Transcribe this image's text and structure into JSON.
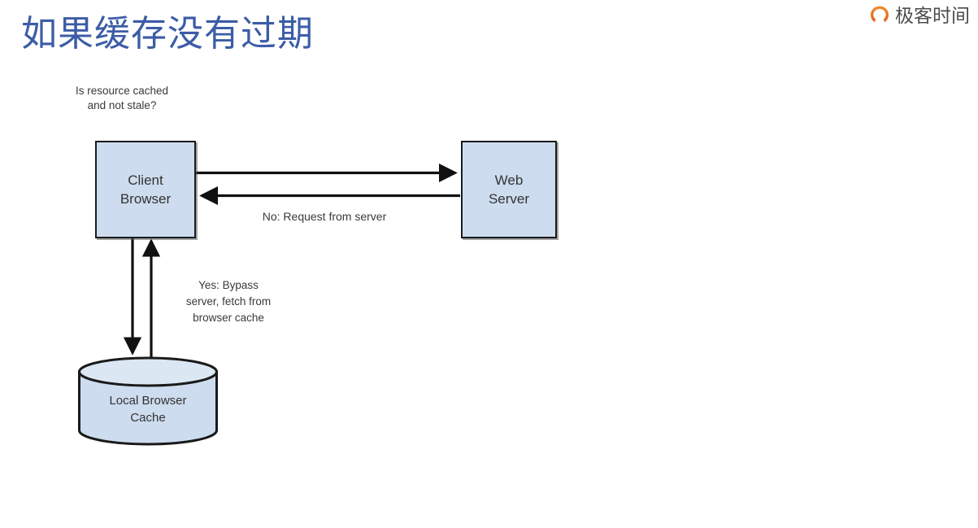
{
  "brand": {
    "name": "极客时间",
    "logo_icon": "geektime-logo-icon",
    "logo_color": "#e8731e",
    "text_color": "#4d4d4d"
  },
  "slide": {
    "title": "如果缓存没有过期",
    "title_color": "#3c5ca6"
  },
  "diagram": {
    "type": "flowchart",
    "node_fill": "#cddcee",
    "node_stroke": "#1a1a1a",
    "text_color": "#333333",
    "nodes": [
      {
        "id": "client",
        "shape": "rectangle",
        "label": "Client\nBrowser"
      },
      {
        "id": "server",
        "shape": "rectangle",
        "label": "Web\nServer"
      },
      {
        "id": "cache",
        "shape": "cylinder",
        "label": "Local Browser\nCache"
      }
    ],
    "labels": {
      "question": "Is resource cached\nand not stale?",
      "no_branch": "No: Request from server",
      "yes_branch": "Yes: Bypass\nserver, fetch from\nbrowser cache"
    },
    "edges": [
      {
        "id": "client-to-server",
        "from": "client",
        "to": "server",
        "direction": "right",
        "label": "No: Request from server"
      },
      {
        "id": "server-to-client",
        "from": "server",
        "to": "client",
        "direction": "left",
        "label": "No: Request from server"
      },
      {
        "id": "client-to-cache",
        "from": "client",
        "to": "cache",
        "direction": "down",
        "label": "Yes: Bypass server, fetch from browser cache"
      },
      {
        "id": "cache-to-client",
        "from": "cache",
        "to": "client",
        "direction": "up",
        "label": "Yes: Bypass server, fetch from browser cache"
      }
    ]
  }
}
